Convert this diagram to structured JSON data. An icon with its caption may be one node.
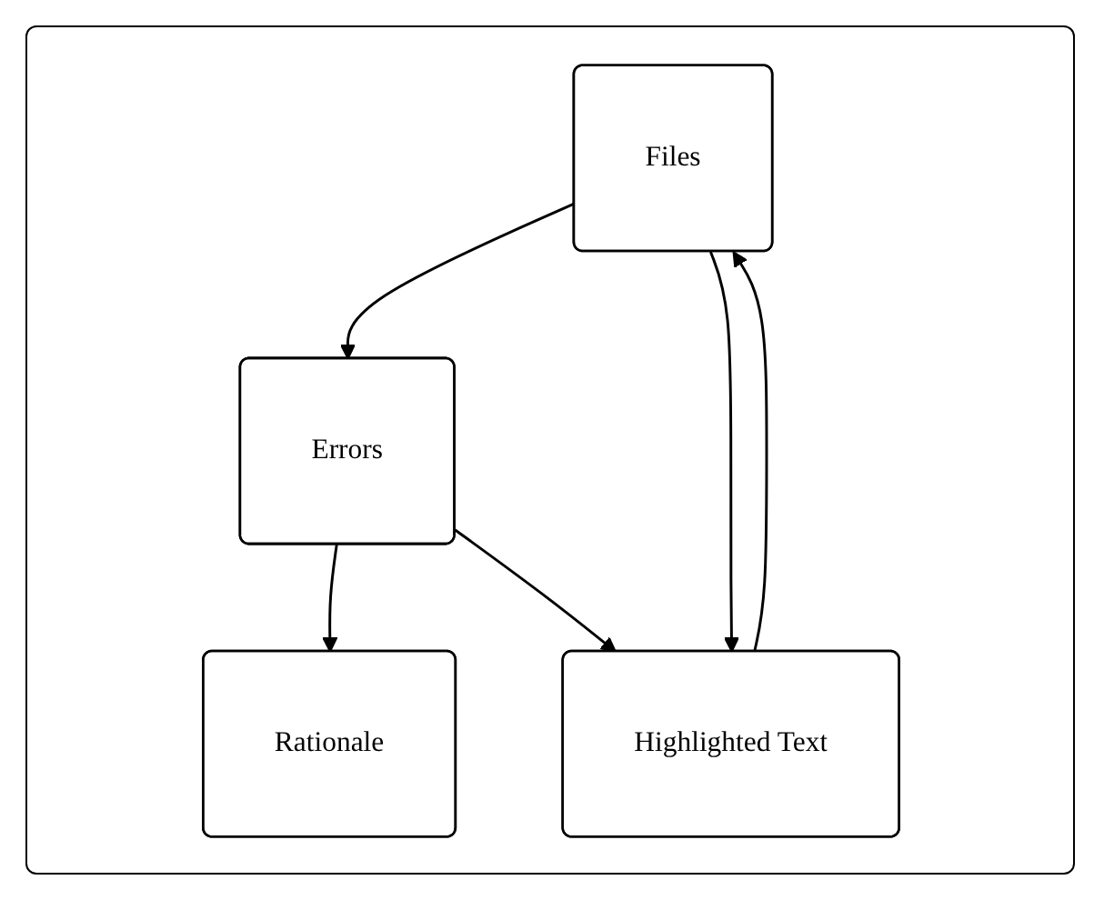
{
  "diagram": {
    "nodes": [
      {
        "text": [
          "Files"
        ]
      },
      {
        "text": [
          "Errors"
        ]
      },
      {
        "text": [
          "Rationale"
        ]
      },
      {
        "text": [
          "Highlighted Text"
        ]
      }
    ],
    "edges": [
      {
        "from": 0,
        "to": 1,
        "arrow": "to"
      },
      {
        "from": 1,
        "to": 2,
        "arrow": "to"
      },
      {
        "from": 1,
        "to": 3,
        "arrow": "to"
      },
      {
        "from": 0,
        "to": 3,
        "arrow": "to"
      },
      {
        "from": 3,
        "to": 0,
        "arrow": "to"
      }
    ]
  }
}
